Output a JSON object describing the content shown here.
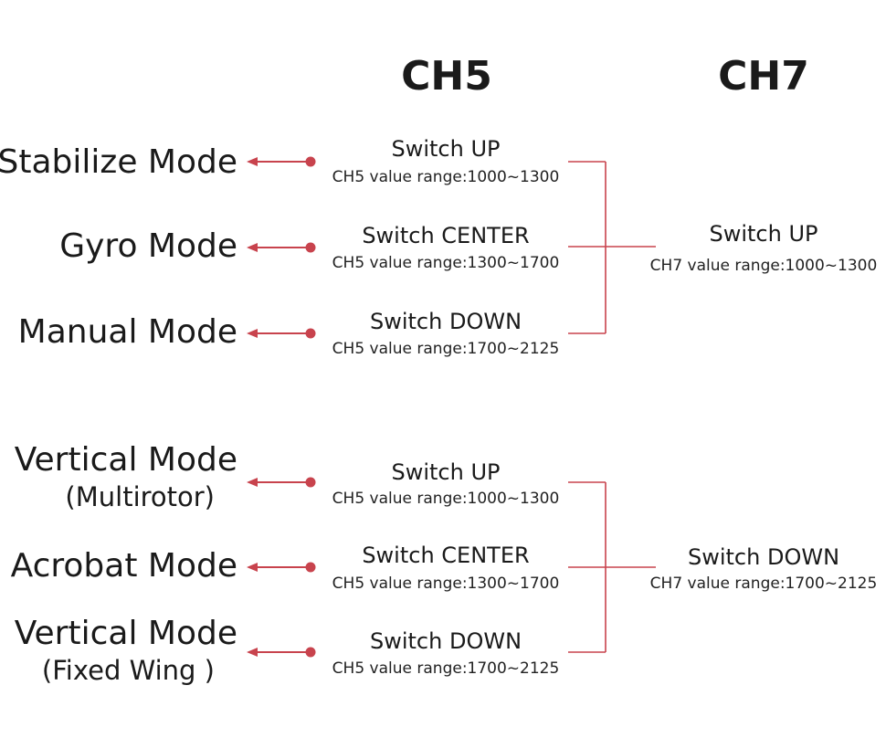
{
  "headers": {
    "ch5": "CH5",
    "ch7": "CH7"
  },
  "groups": [
    {
      "ch7": {
        "switch": "Switch UP",
        "range": "CH7 value range:1000~1300"
      },
      "rows": [
        {
          "mode": "Stabilize Mode",
          "mode_sub": "",
          "switch": "Switch UP",
          "range": "CH5 value range:1000~1300"
        },
        {
          "mode": "Gyro Mode",
          "mode_sub": "",
          "switch": "Switch CENTER",
          "range": "CH5 value range:1300~1700"
        },
        {
          "mode": "Manual Mode",
          "mode_sub": "",
          "switch": "Switch DOWN",
          "range": "CH5 value range:1700~2125"
        }
      ]
    },
    {
      "ch7": {
        "switch": "Switch DOWN",
        "range": "CH7 value range:1700~2125"
      },
      "rows": [
        {
          "mode": "Vertical Mode",
          "mode_sub": "(Multirotor)",
          "switch": "Switch UP",
          "range": "CH5 value range:1000~1300"
        },
        {
          "mode": "Acrobat Mode",
          "mode_sub": "",
          "switch": "Switch CENTER",
          "range": "CH5 value range:1300~1700"
        },
        {
          "mode": "Vertical Mode",
          "mode_sub": "(Fixed Wing )",
          "switch": "Switch DOWN",
          "range": "CH5 value range:1700~2125"
        }
      ]
    }
  ],
  "colors": {
    "connector": "#c8434d",
    "text": "#1a1a1a"
  }
}
